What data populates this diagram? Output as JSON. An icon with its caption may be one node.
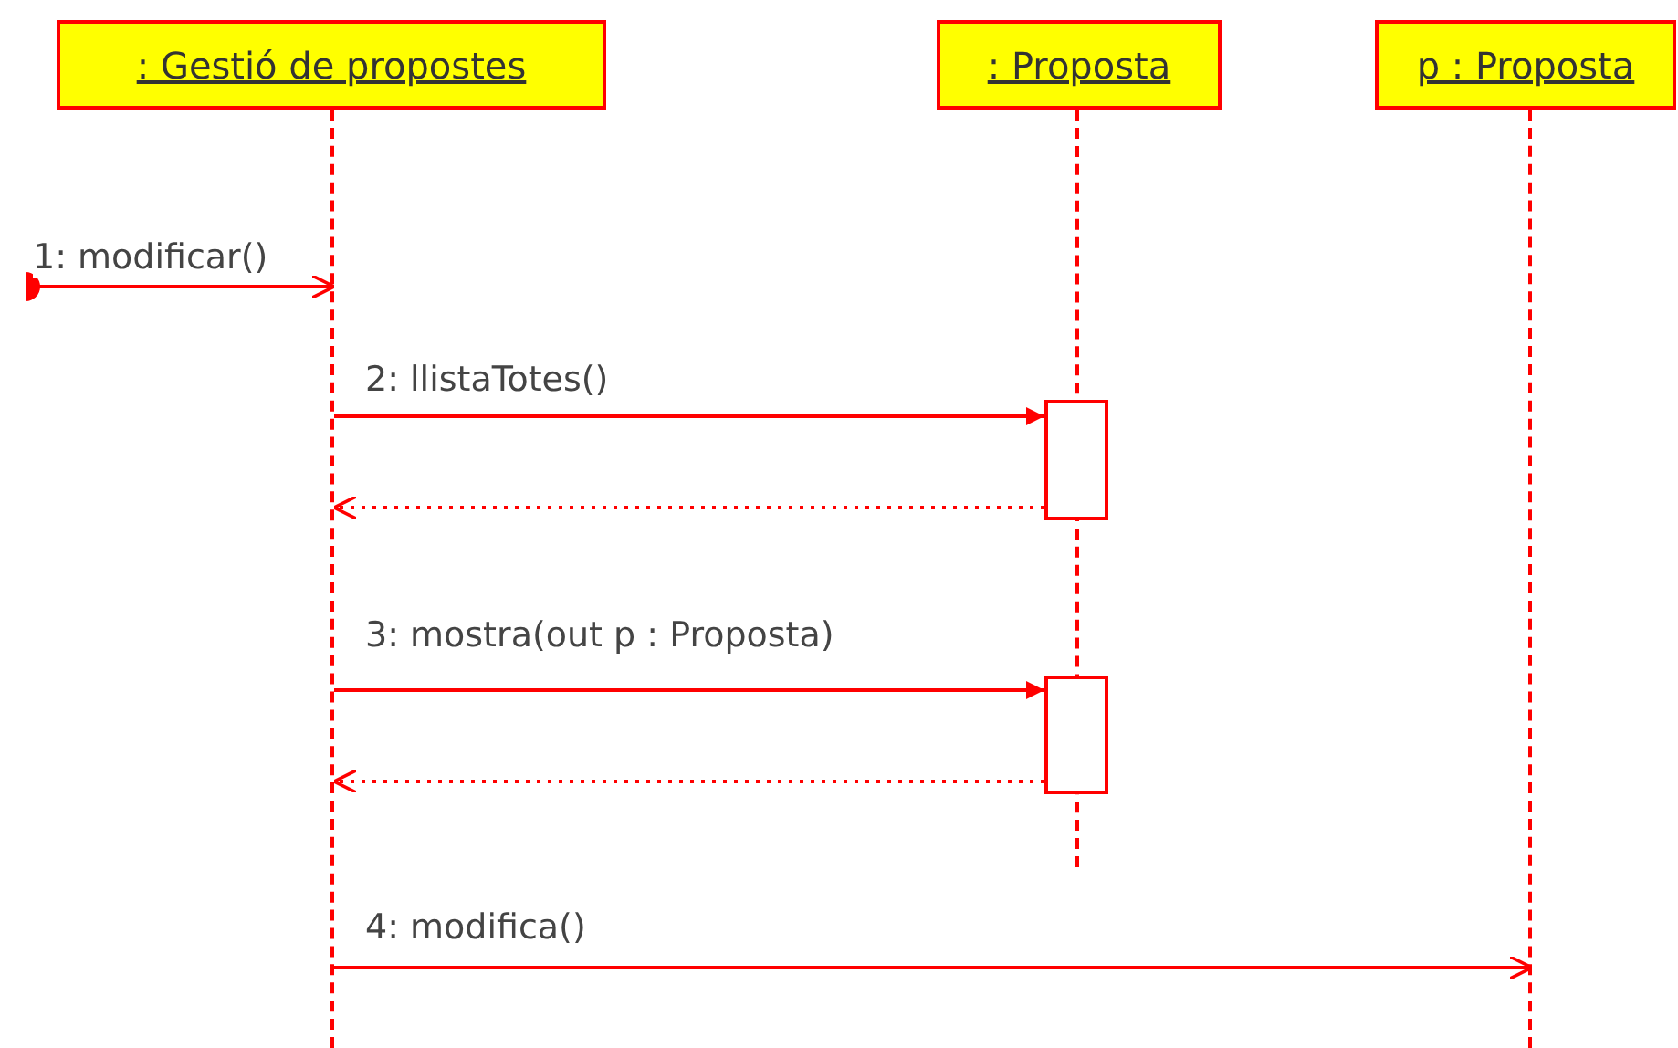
{
  "diagram": {
    "nodes": [
      {
        "text": [
          ": Gestió de propostes"
        ]
      },
      {
        "text": [
          ": Proposta"
        ]
      },
      {
        "text": [
          "p : Proposta"
        ]
      },
      {
        "text": [],
        "shape": "line"
      },
      {
        "text": [],
        "shape": "line"
      },
      {
        "text": [],
        "shape": "line"
      },
      {
        "text": [],
        "shape": "bar"
      },
      {
        "text": [],
        "shape": "bar"
      }
    ],
    "edges": [
      {
        "from": null,
        "to": 3,
        "arrow": "to",
        "label": "1: modificar()"
      },
      {
        "from": 3,
        "to": 6,
        "arrow": "to",
        "label": "2: llistaTotes()"
      },
      {
        "from": 6,
        "to": 3,
        "arrow": "to",
        "style": "dashed"
      },
      {
        "from": 3,
        "to": 7,
        "arrow": "to",
        "label": "3: mostra(out p : Proposta)"
      },
      {
        "from": 7,
        "to": 3,
        "arrow": "to",
        "style": "dashed"
      },
      {
        "from": 3,
        "to": 5,
        "arrow": "to",
        "label": "4: modifica()"
      }
    ]
  }
}
